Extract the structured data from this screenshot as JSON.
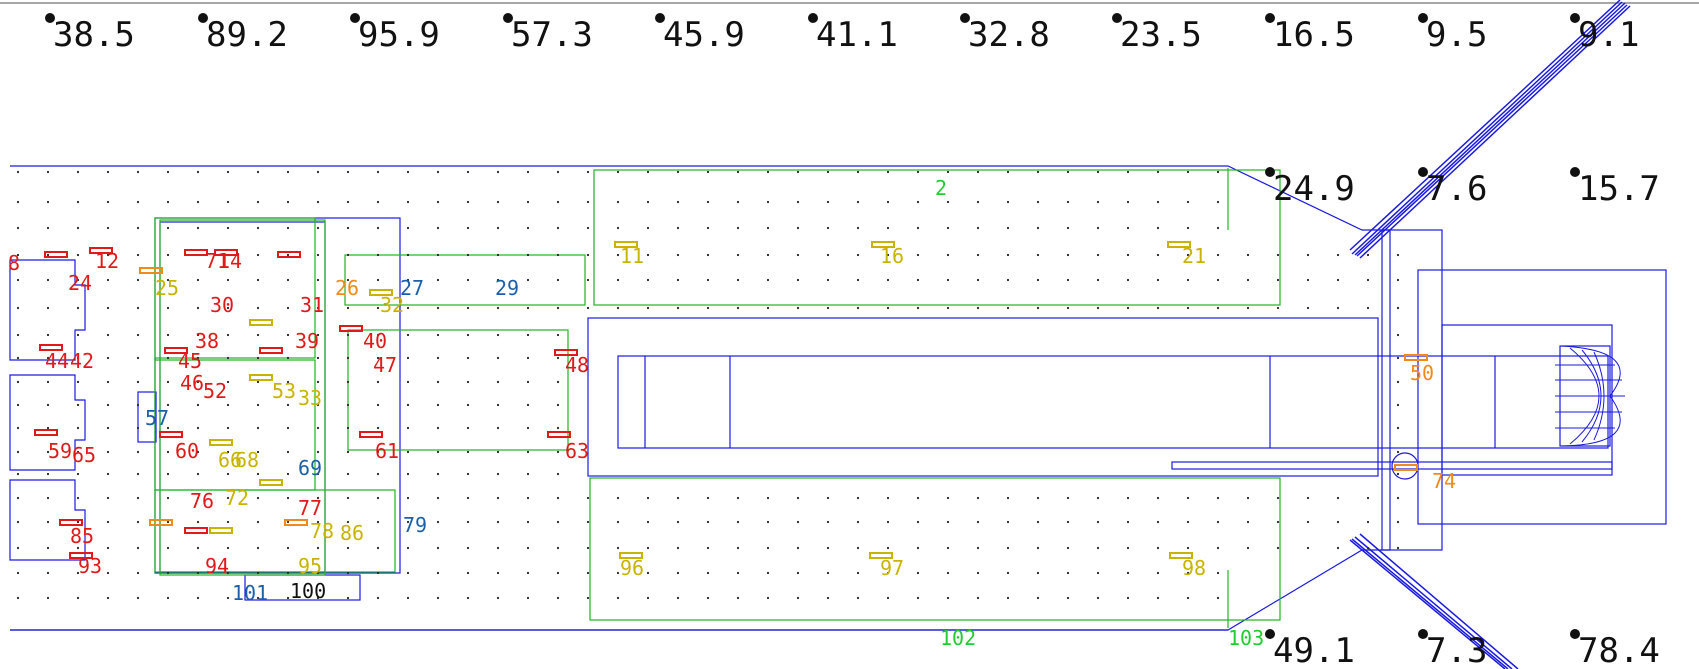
{
  "colors": {
    "outline": "#1a1ae0",
    "zone_green": "#1fb51f",
    "red_item": "#e01a1a",
    "yellow_item": "#c8b400",
    "orange_item": "#f08a1a",
    "blue_label": "#1a5fa8",
    "bright_green_label": "#22cc33",
    "black": "#111111"
  },
  "top_readings": [
    "38.5",
    "89.2",
    "95.9",
    "57.3",
    "45.9",
    "41.1",
    "32.8",
    "23.5",
    "16.5",
    "9.5",
    "9.1"
  ],
  "mid_readings": [
    "24.9",
    "7.6",
    "15.7"
  ],
  "bottom_readings": [
    "49.1",
    "7.3",
    "78.4"
  ],
  "zone_labels": {
    "red": [
      "8",
      "12",
      "14",
      "24",
      "30",
      "31",
      "38",
      "39",
      "40",
      "42",
      "44",
      "45",
      "46",
      "47",
      "48",
      "52",
      "59",
      "60",
      "61",
      "65",
      "63",
      "71",
      "76",
      "85",
      "77",
      "93",
      "94"
    ],
    "yellow": [
      "11",
      "16",
      "21",
      "25",
      "32",
      "33",
      "53",
      "66",
      "68",
      "72",
      "78",
      "86",
      "95",
      "96",
      "97",
      "98"
    ],
    "orange": [
      "26",
      "50",
      "74"
    ],
    "blue": [
      "27",
      "29",
      "57",
      "69",
      "79",
      "101"
    ],
    "black": [
      "100"
    ],
    "green": [
      "2",
      "102",
      "103"
    ]
  }
}
